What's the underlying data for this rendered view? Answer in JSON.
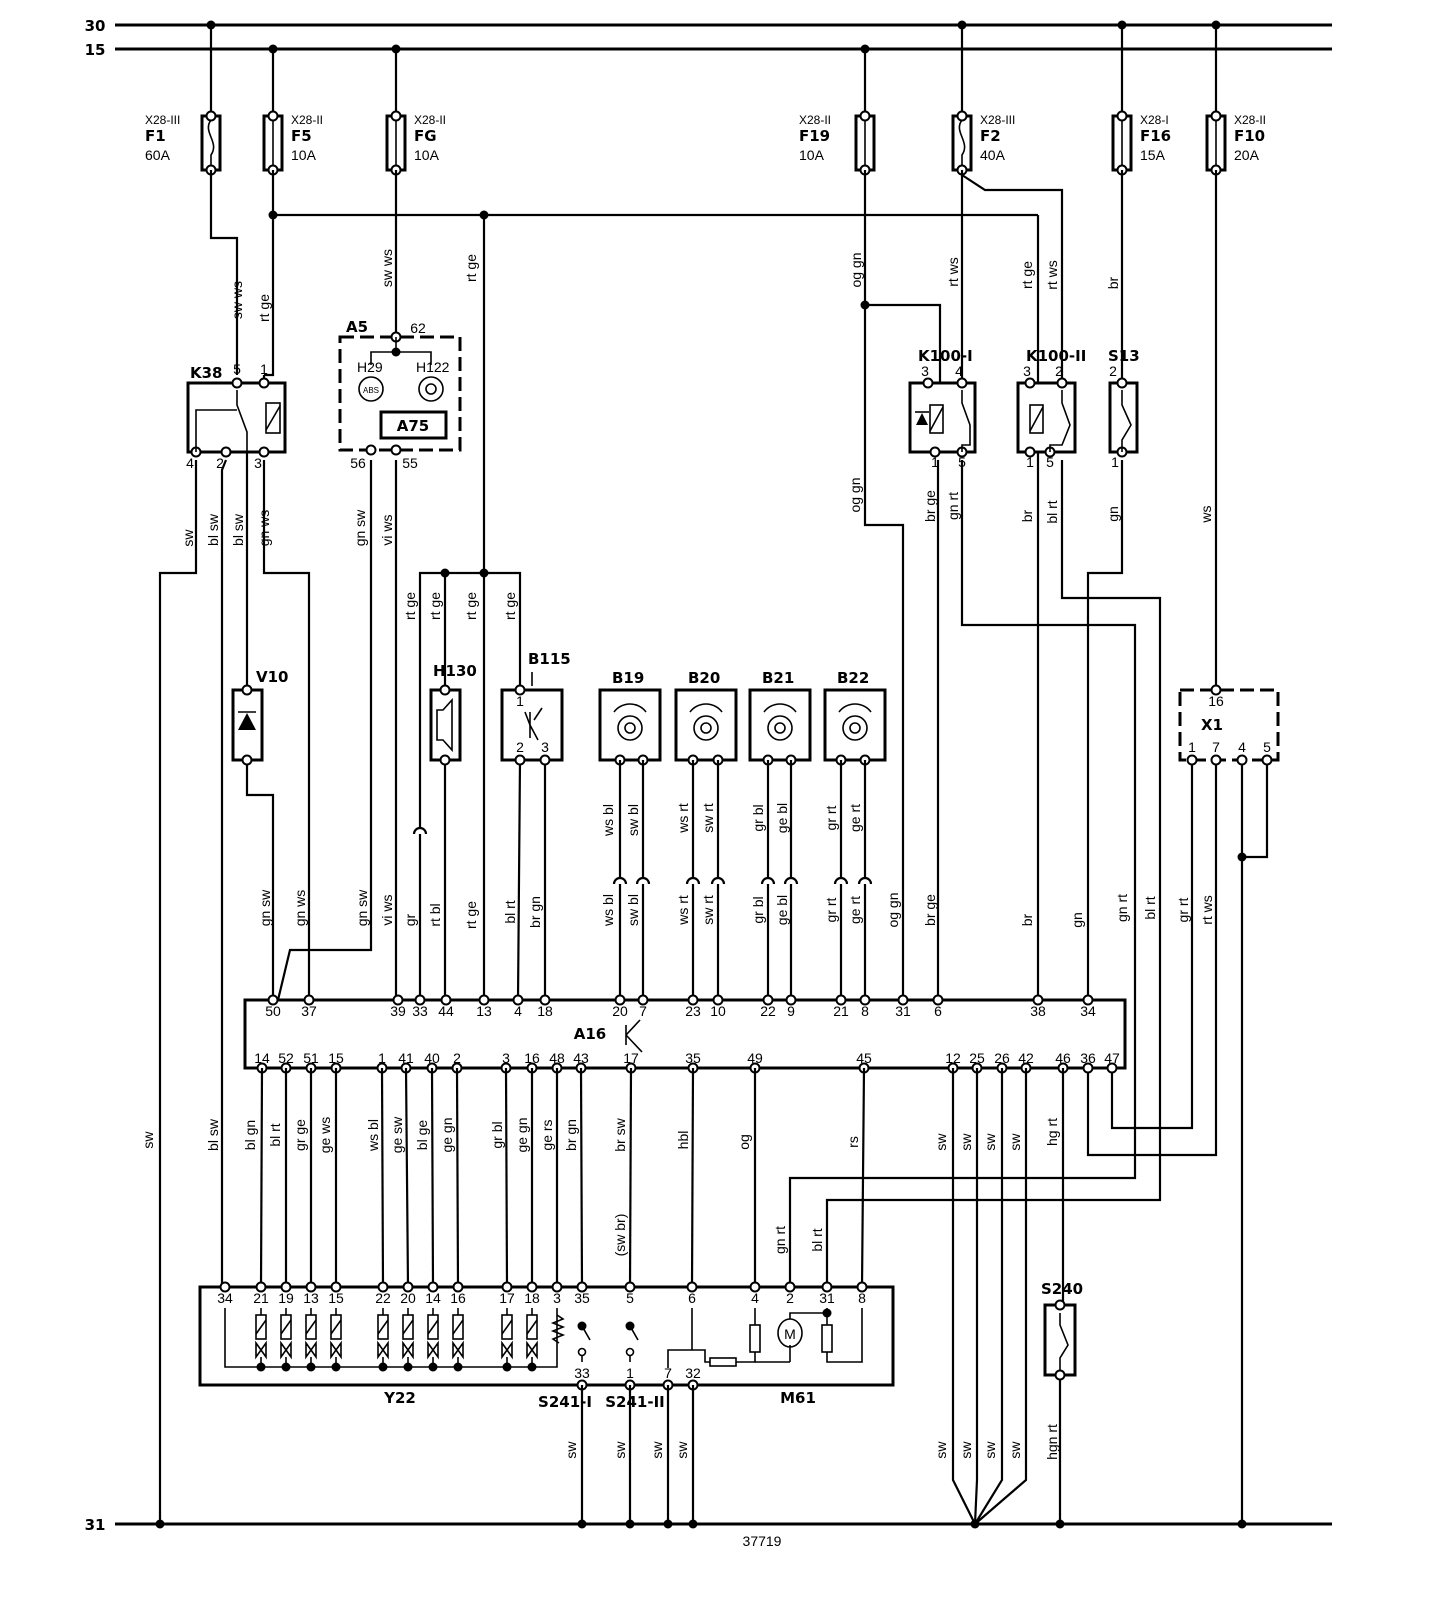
{
  "rails": {
    "r30": "30",
    "r15": "15",
    "r31": "31"
  },
  "fuses": [
    {
      "name": "F1",
      "connector": "X28-III",
      "rating": "60A"
    },
    {
      "name": "F5",
      "connector": "X28-II",
      "rating": "10A"
    },
    {
      "name": "FG",
      "connector": "X28-II",
      "rating": "10A"
    },
    {
      "name": "F19",
      "connector": "X28-II",
      "rating": "10A"
    },
    {
      "name": "F2",
      "connector": "X28-III",
      "rating": "40A"
    },
    {
      "name": "F16",
      "connector": "X28-I",
      "rating": "15A"
    },
    {
      "name": "F10",
      "connector": "X28-II",
      "rating": "20A"
    }
  ],
  "components": {
    "k38": {
      "label": "K38",
      "pins": [
        "5",
        "1",
        "4",
        "2",
        "3"
      ]
    },
    "a5": {
      "label": "A5",
      "pins": [
        "62",
        "56",
        "55"
      ],
      "h29": "H29",
      "h122": "H122",
      "a75": "A75",
      "abs": "ABS"
    },
    "k100_1": {
      "label": "K100-I",
      "pins": [
        "3",
        "4",
        "1",
        "5"
      ]
    },
    "k100_2": {
      "label": "K100-II",
      "pins": [
        "3",
        "2",
        "1",
        "5"
      ]
    },
    "s13": {
      "label": "S13",
      "pins": [
        "2",
        "1"
      ]
    },
    "v10": {
      "label": "V10"
    },
    "h130": {
      "label": "H130"
    },
    "b115": {
      "label": "B115",
      "pins": [
        "1",
        "2",
        "3"
      ]
    },
    "b19": {
      "label": "B19"
    },
    "b20": {
      "label": "B20"
    },
    "b21": {
      "label": "B21"
    },
    "b22": {
      "label": "B22"
    },
    "x1": {
      "label": "X1",
      "pins": [
        "16",
        "1",
        "7",
        "4",
        "5"
      ]
    },
    "a16": {
      "label": "A16",
      "pins_top": [
        "50",
        "37",
        "39",
        "33",
        "44",
        "13",
        "4",
        "18",
        "20",
        "7",
        "23",
        "10",
        "22",
        "9",
        "21",
        "8",
        "31",
        "6",
        "38",
        "34"
      ],
      "pins_bottom": [
        "14",
        "52",
        "51",
        "15",
        "1",
        "41",
        "40",
        "2",
        "3",
        "16",
        "48",
        "43",
        "17",
        "35",
        "49",
        "45",
        "12",
        "25",
        "26",
        "42",
        "46",
        "36",
        "47"
      ]
    },
    "y22": {
      "label": "Y22",
      "pins_top": [
        "34",
        "21",
        "19",
        "13",
        "15",
        "22",
        "20",
        "14",
        "16",
        "17",
        "18",
        "3",
        "35",
        "5",
        "6",
        "4",
        "2",
        "31",
        "8"
      ],
      "pins_bottom": [
        "33",
        "1",
        "7",
        "32"
      ]
    },
    "s241_1": {
      "label": "S241-I"
    },
    "s241_2": {
      "label": "S241-II"
    },
    "m61": {
      "label": "M61",
      "motor": "M"
    },
    "s240": {
      "label": "S240"
    }
  },
  "wire_labels": [
    "sw ws",
    "rt ge",
    "sw ws",
    "rt ge",
    "og gn",
    "rt ws",
    "rt ge",
    "rt ws",
    "br",
    "sw",
    "bl sw",
    "bl sw",
    "gn ws",
    "gn sw",
    "vi ws",
    "rt ge",
    "rt ge",
    "rt ge",
    "rt ge",
    "og gn",
    "br ge",
    "gn rt",
    "br",
    "bl rt",
    "gn",
    "ws",
    "ws bl",
    "sw bl",
    "ws rt",
    "sw rt",
    "gr bl",
    "ge bl",
    "gr rt",
    "ge rt",
    "gn sw",
    "gn ws",
    "gn sw",
    "vi ws",
    "gr",
    "rt bl",
    "rt ge",
    "bl rt",
    "br gn",
    "ws bl",
    "sw bl",
    "ws rt",
    "sw rt",
    "gr bl",
    "ge bl",
    "gr rt",
    "ge rt",
    "og gn",
    "br ge",
    "br",
    "gn",
    "gn rt",
    "bl rt",
    "gr rt",
    "rt ws",
    "sw",
    "bl sw",
    "bl gn",
    "bl rt",
    "gr ge",
    "ge ws",
    "ws bl",
    "ge sw",
    "bl ge",
    "ge gn",
    "gr bl",
    "ge gn",
    "ge rs",
    "br gn",
    "br sw",
    "hbl",
    "og",
    "rs",
    "sw",
    "sw",
    "sw",
    "sw",
    "hg rt",
    "(sw br)",
    "gn rt",
    "bl rt",
    "sw",
    "sw",
    "sw",
    "sw",
    "sw",
    "sw",
    "sw",
    "sw",
    "hgn rt"
  ],
  "drawing_number": "37719"
}
